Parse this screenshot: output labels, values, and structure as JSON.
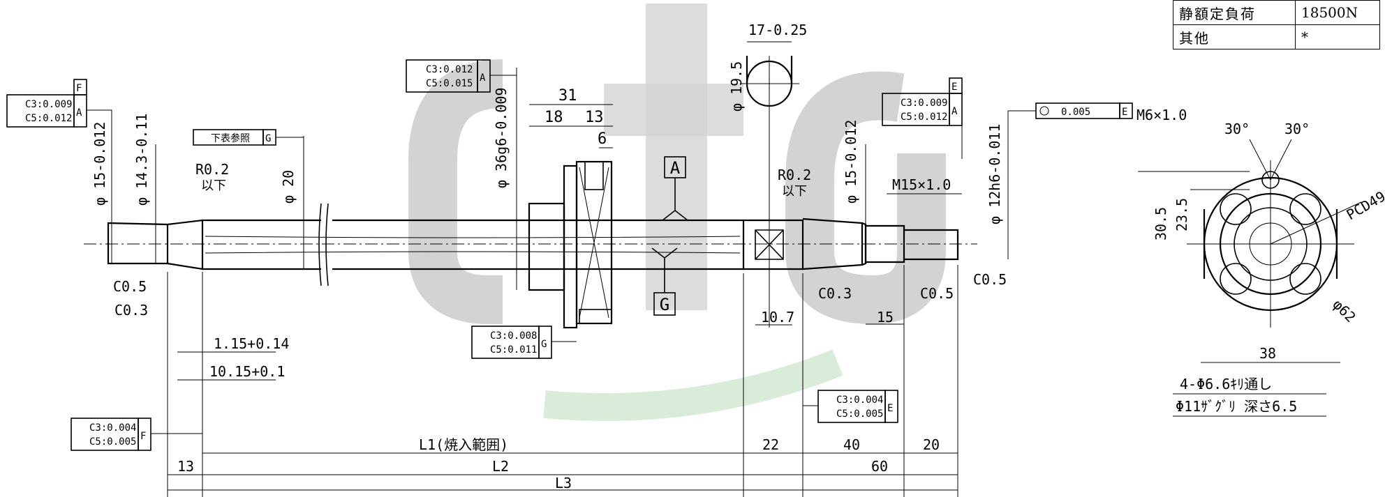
{
  "spec_table": [
    {
      "label": "静額定負荷",
      "value": "18500N"
    },
    {
      "label": "其他",
      "value": "*"
    }
  ],
  "fcf": {
    "runout_F": {
      "l1": "C3:0.009",
      "l2": "C5:0.012",
      "datum": "A",
      "ref": "F"
    },
    "conc_A": {
      "l1": "C3:0.012",
      "l2": "C5:0.015",
      "datum": "A"
    },
    "runout_note": {
      "text": "下表参照",
      "datum": "G"
    },
    "runout_E": {
      "l1": "C3:0.009",
      "l2": "C5:0.012",
      "datum": "A",
      "ref": "E"
    },
    "conc_E": {
      "value": "0.005",
      "datum": "E"
    },
    "perp_G": {
      "l1": "C3:0.008",
      "l2": "C5:0.011",
      "datum": "G"
    },
    "perp_E": {
      "l1": "C3:0.004",
      "l2": "C5:0.005",
      "datum": "E"
    },
    "perp_F": {
      "l1": "C3:0.004",
      "l2": "C5:0.005",
      "datum": "F"
    }
  },
  "dims": {
    "d15_left": "φ 15-0.012",
    "d14": "φ 14.3-0.11",
    "r02_left": "R0.2",
    "below_left": "以下",
    "d20": "φ 20",
    "d36": "φ 36g6-0.009",
    "w31": "31",
    "w18": "18",
    "w13": "13",
    "w6": "6",
    "datum_A": "A",
    "datum_G": "G",
    "d19_5": "φ 19.5",
    "w17": "17-0.25",
    "r02_right": "R0.2",
    "below_right": "以下",
    "d15_right": "φ 15-0.012",
    "m15": "M15×1.0",
    "d12": "φ 12h6-0.011",
    "c05_a": "C0.5",
    "c03_a": "C0.3",
    "t115": "1.15+0.14",
    "t1015": "10.15+0.1",
    "c03_b": "C0.3",
    "c05_b": "C0.5",
    "c05_c": "C0.5",
    "w15": "15",
    "w10_7": "10.7",
    "l1": "L1(焼入範囲)",
    "w22": "22",
    "w40": "40",
    "w20": "20",
    "w13b": "13",
    "l2": "L2",
    "w60": "60",
    "l3": "L3"
  },
  "flange": {
    "m6": "M6×1.0",
    "ang1": "30°",
    "ang2": "30°",
    "h30_5": "30.5",
    "h23_5": "23.5",
    "pcd": "PCD49",
    "d62": "φ62",
    "w38": "38",
    "note1": "4-Φ6.6ｷﾘ通し",
    "note2": "Φ11ｻﾞｸﾞﾘ 深さ6.5"
  },
  "colors": {
    "watermark_gray": "#d3d3d3",
    "watermark_green": "#d9ecd9",
    "line": "#000000"
  }
}
